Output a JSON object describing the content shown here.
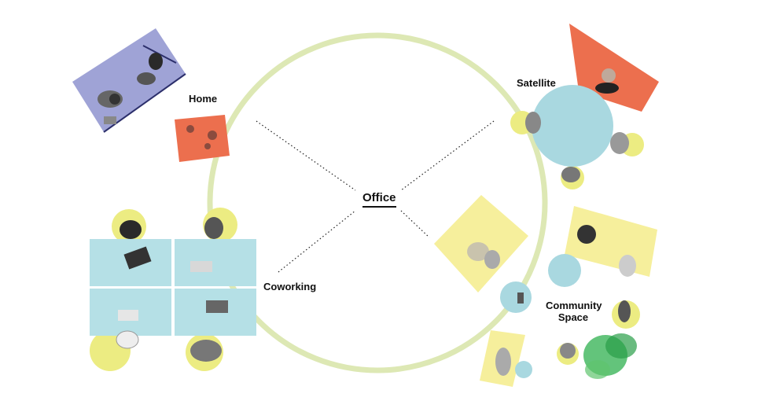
{
  "diagram": {
    "center": {
      "label": "Office"
    },
    "nodes": [
      {
        "id": "home",
        "label": "Home"
      },
      {
        "id": "satellite",
        "label": "Satellite"
      },
      {
        "id": "coworking",
        "label": "Coworking"
      },
      {
        "id": "community",
        "label_line1": "Community",
        "label_line2": "Space"
      }
    ]
  },
  "colors": {
    "ring": "#dde8b4",
    "connector": "#222222",
    "home_room": "#9fa3d6",
    "home_rug": "#ec6f4e",
    "satellite_table": "#a9d8e0",
    "satellite_banner": "#ec6f4e",
    "cowork_desk": "#b5e0e6",
    "person_spot": "#ecec82",
    "community_mat": "#f6ef9c",
    "community_table": "#a9d8e0",
    "plant": "#3cb55a"
  }
}
